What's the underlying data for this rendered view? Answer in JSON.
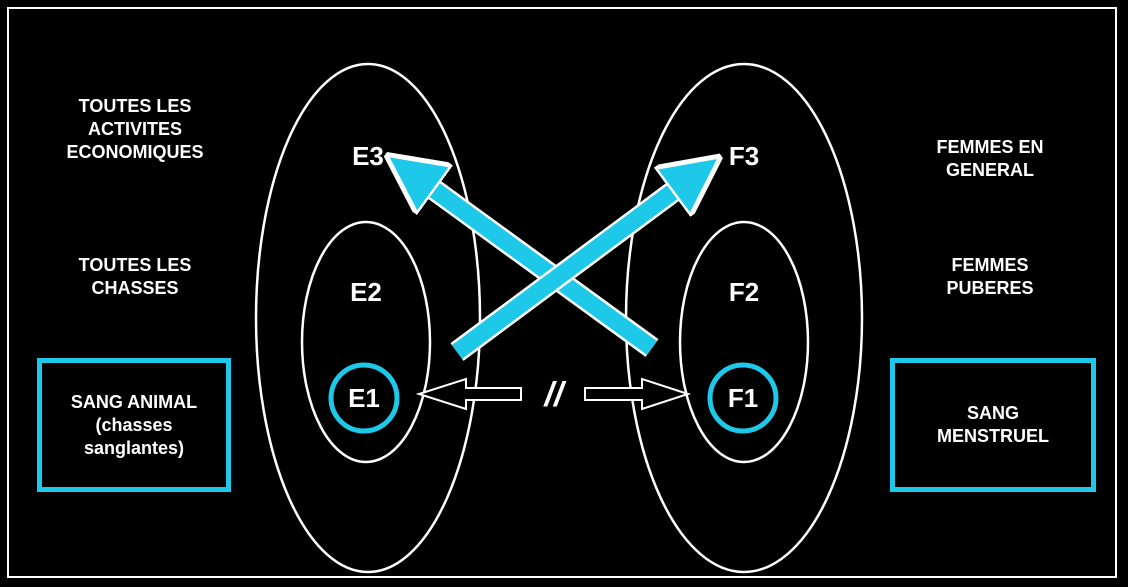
{
  "left_labels": {
    "top": "TOUTES LES\nACTIVITES\nECONOMIQUES",
    "middle": "TOUTES LES\nCHASSES",
    "bottom": "SANG ANIMAL\n(chasses\nsanglantes)"
  },
  "right_labels": {
    "top": "FEMMES EN\nGENERAL",
    "middle": "FEMMES\nPUBERES",
    "bottom": "SANG\nMENSTRUEL"
  },
  "nodes": {
    "e3": "E3",
    "e2": "E2",
    "e1": "E1",
    "f3": "F3",
    "f2": "F2",
    "f1": "F1"
  },
  "connector": "//",
  "colors": {
    "accent": "#1ec8e8",
    "line": "#ffffff",
    "background": "#000000"
  }
}
